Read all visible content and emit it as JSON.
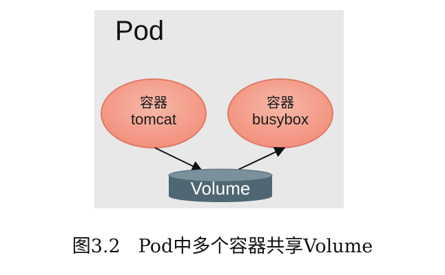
{
  "pod": {
    "title": "Pod"
  },
  "containers": [
    {
      "kind": "容器",
      "name": "tomcat"
    },
    {
      "kind": "容器",
      "name": "busybox"
    }
  ],
  "volume": {
    "label": "Volume"
  },
  "caption": {
    "number": "图3.2",
    "text": "Pod中多个容器共享Volume"
  },
  "colors": {
    "pod_background": "#e8e8e8",
    "container_fill": "#f2a08f",
    "container_stroke": "#e07a68",
    "volume_fill": "#4f6772",
    "volume_top": "#7a919b"
  }
}
